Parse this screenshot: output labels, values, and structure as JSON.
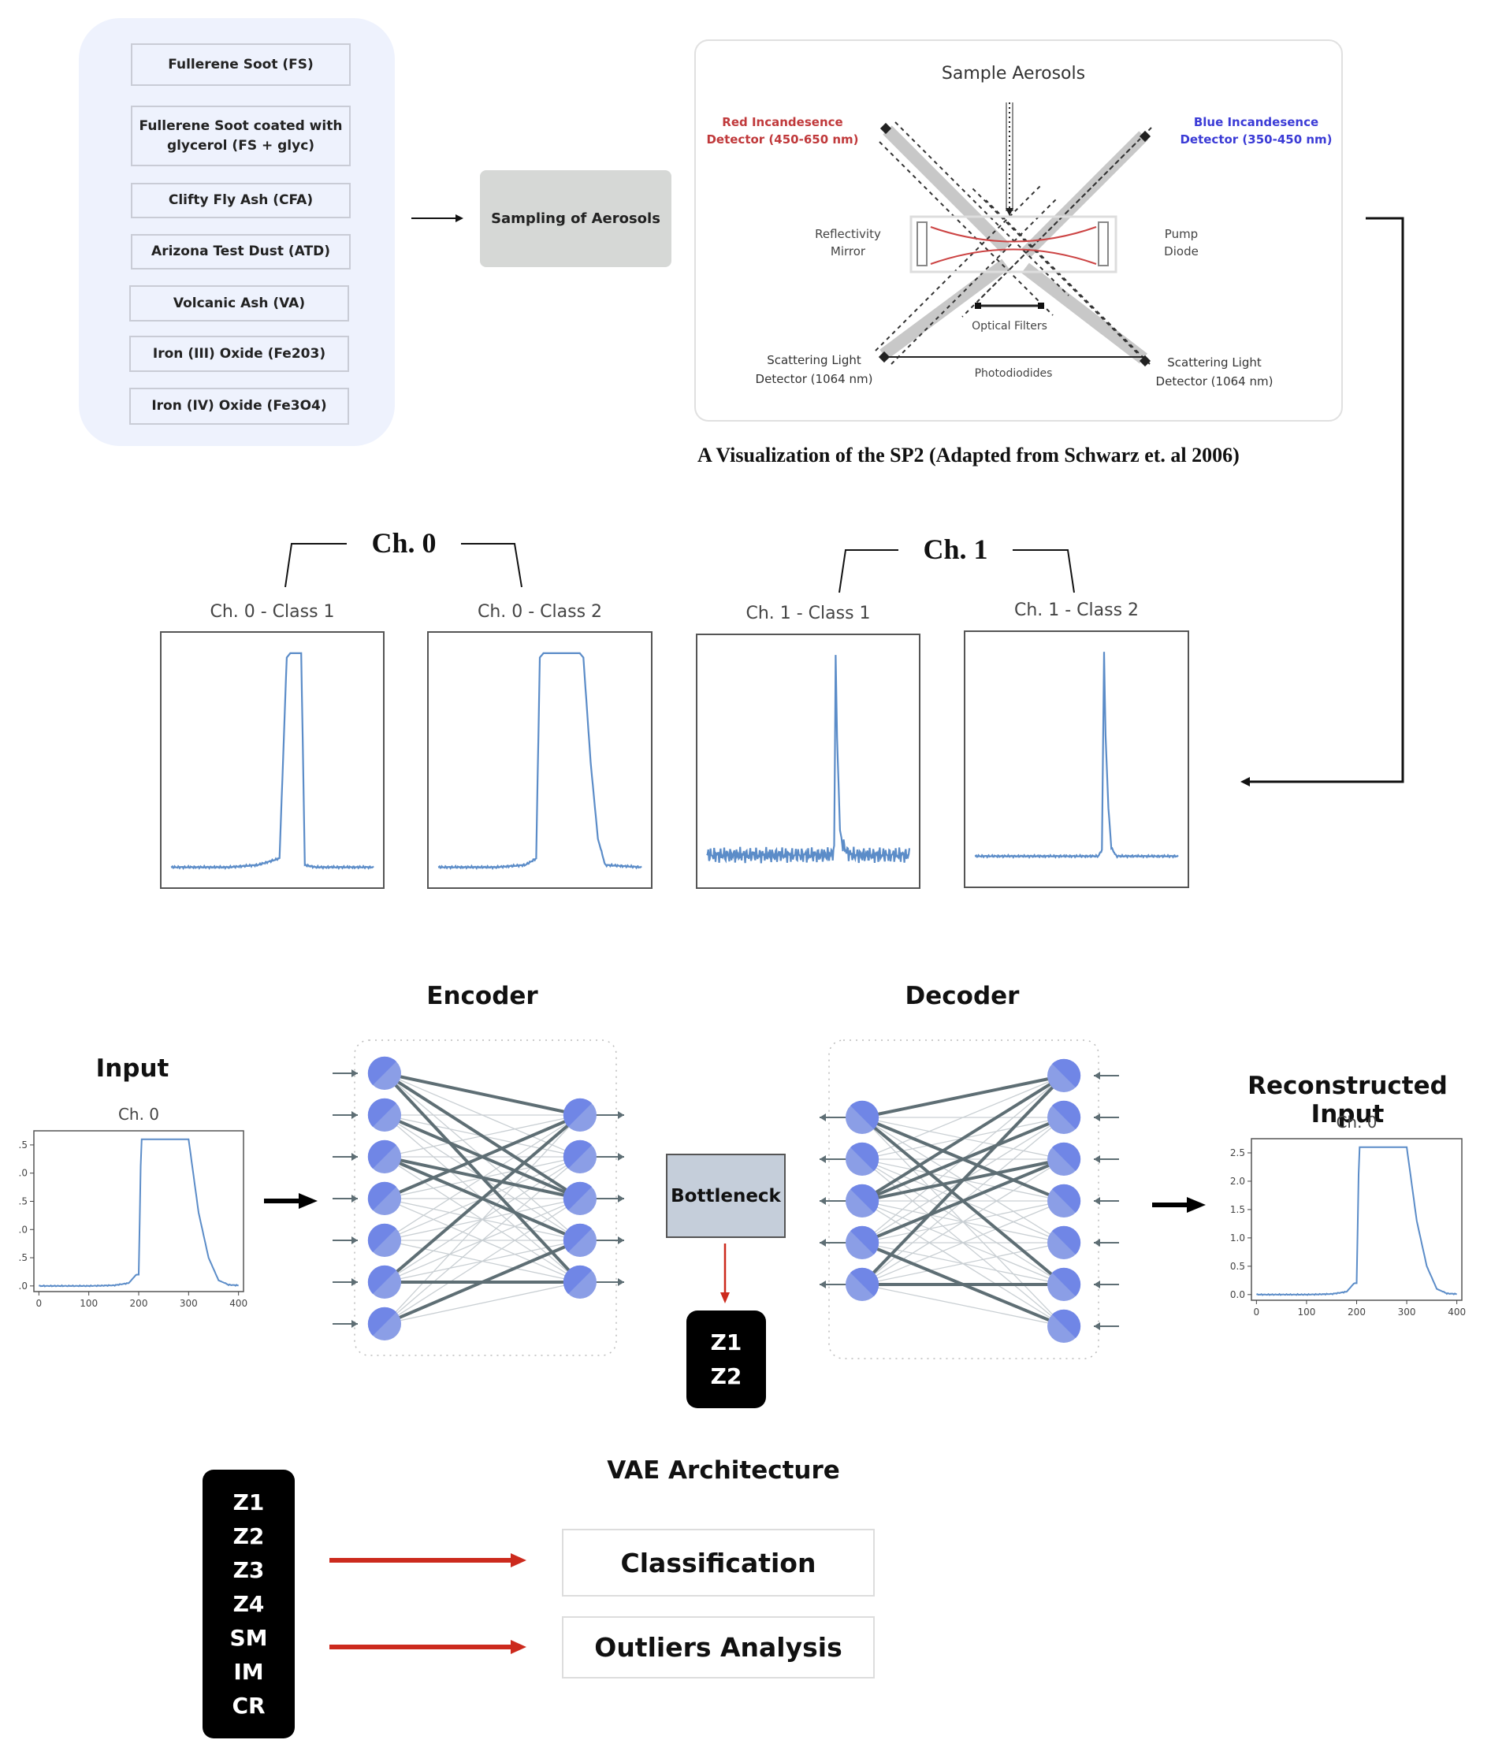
{
  "materials_panel": {
    "items": [
      "Fullerene Soot (FS)",
      "Fullerene Soot coated with glycerol (FS + glyc)",
      "Clifty Fly Ash (CFA)",
      "Arizona Test Dust (ATD)",
      "Volcanic Ash (VA)",
      "Iron (III) Oxide (Fe203)",
      "Iron (IV) Oxide (Fe3O4)"
    ]
  },
  "sampling_box": {
    "label": "Sampling of Aerosols"
  },
  "sp2_diagram": {
    "title": "Sample Aerosols",
    "red_detector": [
      "Red Incandesence",
      "Detector (450-650 nm)"
    ],
    "blue_detector": [
      "Blue Incandesence",
      "Detector (350-450 nm)"
    ],
    "reflectivity_mirror": [
      "Reflectivity",
      "Mirror"
    ],
    "pump_diode": [
      "Pump",
      "Diode"
    ],
    "optical_filters": "Optical Filters",
    "photodiodes": "Photodiodides",
    "scatter_left": [
      "Scattering Light",
      "Detector (1064 nm)"
    ],
    "scatter_right": [
      "Scattering Light",
      "Detector (1064 nm)"
    ],
    "caption": "A Visualization of the SP2 (Adapted from Schwarz et. al 2006)",
    "colors": {
      "red": "#c0393b",
      "blue": "#3b3bd6"
    }
  },
  "channel_groups": [
    {
      "label": "Ch. 0"
    },
    {
      "label": "Ch. 1"
    }
  ],
  "chart_data": [
    {
      "type": "line",
      "title": "Ch. 0 - Class 1",
      "shape": "narrow-saturated-pulse",
      "x": [
        0,
        40,
        80,
        120,
        150,
        160,
        165,
        170,
        180,
        185,
        200,
        240,
        280
      ],
      "values": [
        0.02,
        0.02,
        0.02,
        0.03,
        0.06,
        0.98,
        1.0,
        1.0,
        1.0,
        0.03,
        0.02,
        0.02,
        0.02
      ],
      "ylim": [
        0,
        1.05
      ],
      "axes_visible": false
    },
    {
      "type": "line",
      "title": "Ch. 0 - Class 2",
      "shape": "wide-saturated-pulse",
      "x": [
        0,
        40,
        80,
        120,
        135,
        140,
        145,
        195,
        200,
        210,
        220,
        230,
        280
      ],
      "values": [
        0.02,
        0.02,
        0.02,
        0.03,
        0.06,
        0.98,
        1.0,
        1.0,
        0.98,
        0.5,
        0.15,
        0.03,
        0.02
      ],
      "ylim": [
        0,
        1.05
      ],
      "axes_visible": false
    },
    {
      "type": "line",
      "title": "Ch. 1 - Class 1",
      "shape": "sharp-peak-noisy",
      "noise": 0.04,
      "x": [
        0,
        60,
        120,
        170,
        176,
        178,
        180,
        184,
        188,
        195,
        200,
        240,
        280
      ],
      "values": [
        0.03,
        0.03,
        0.03,
        0.03,
        0.05,
        1.0,
        0.6,
        0.15,
        0.08,
        0.04,
        0.03,
        0.03,
        0.03
      ],
      "ylim": [
        -0.05,
        1.05
      ],
      "axes_visible": false
    },
    {
      "type": "line",
      "title": "Ch. 1 - Class 2",
      "shape": "sharp-peak",
      "noise": 0.005,
      "x": [
        0,
        60,
        120,
        170,
        175,
        178,
        180,
        184,
        188,
        195,
        200,
        240,
        280
      ],
      "values": [
        0.02,
        0.02,
        0.02,
        0.02,
        0.05,
        1.0,
        0.6,
        0.25,
        0.06,
        0.02,
        0.02,
        0.02,
        0.02
      ],
      "ylim": [
        -0.05,
        1.05
      ],
      "axes_visible": false
    },
    {
      "type": "line",
      "title": "Ch. 0",
      "role": "input",
      "x": [
        0,
        50,
        100,
        150,
        180,
        195,
        200,
        205,
        300,
        320,
        340,
        360,
        380,
        400
      ],
      "values": [
        0.0,
        0.0,
        0.0,
        0.01,
        0.05,
        0.2,
        0.2,
        2.6,
        2.6,
        1.3,
        0.5,
        0.1,
        0.02,
        0.01
      ],
      "xlim": [
        -10,
        410
      ],
      "ylim": [
        -0.1,
        2.75
      ],
      "xticks": [
        0,
        100,
        200,
        300,
        400
      ],
      "yticks": [
        0.0,
        0.5,
        1.0,
        1.5,
        2.0,
        2.5
      ],
      "ytick_labels": [
        ".0",
        ".5",
        ".0",
        ".5",
        ".0",
        ".5"
      ],
      "xlabel": "",
      "ylabel": ""
    },
    {
      "type": "line",
      "title": "Ch. 0",
      "role": "reconstructed",
      "x": [
        0,
        50,
        100,
        150,
        180,
        195,
        200,
        205,
        300,
        320,
        340,
        360,
        380,
        400
      ],
      "values": [
        0.0,
        0.0,
        0.0,
        0.01,
        0.05,
        0.2,
        0.2,
        2.6,
        2.6,
        1.3,
        0.5,
        0.1,
        0.02,
        0.01
      ],
      "xlim": [
        -10,
        410
      ],
      "ylim": [
        -0.1,
        2.75
      ],
      "xticks": [
        0,
        100,
        200,
        300,
        400
      ],
      "yticks": [
        0.0,
        0.5,
        1.0,
        1.5,
        2.0,
        2.5
      ],
      "ytick_labels": [
        "0.0",
        "0.5",
        "1.0",
        "1.5",
        "2.0",
        "2.5"
      ],
      "xlabel": "",
      "ylabel": ""
    }
  ],
  "vae": {
    "input_title": "Input",
    "encoder_title": "Encoder",
    "decoder_title": "Decoder",
    "reconstructed_title": "Reconstructed Input",
    "bottleneck_label": "Bottleneck",
    "latent_vars": [
      "Z1",
      "Z2"
    ],
    "architecture_title": "VAE Architecture",
    "encoder_layers": [
      7,
      5
    ],
    "decoder_layers": [
      5,
      7
    ],
    "node_color": "#7086e6"
  },
  "features_box": {
    "items": [
      "Z1",
      "Z2",
      "Z3",
      "Z4",
      "SM",
      "IM",
      "CR"
    ]
  },
  "downstream_tasks": [
    {
      "label": "Classification"
    },
    {
      "label": "Outliers Analysis"
    }
  ],
  "colors": {
    "panel_bg": "#eef2fd",
    "signal": "#5b8cc8",
    "arrow_red": "#cc2a1d",
    "bottleneck": "#c5ceda"
  }
}
